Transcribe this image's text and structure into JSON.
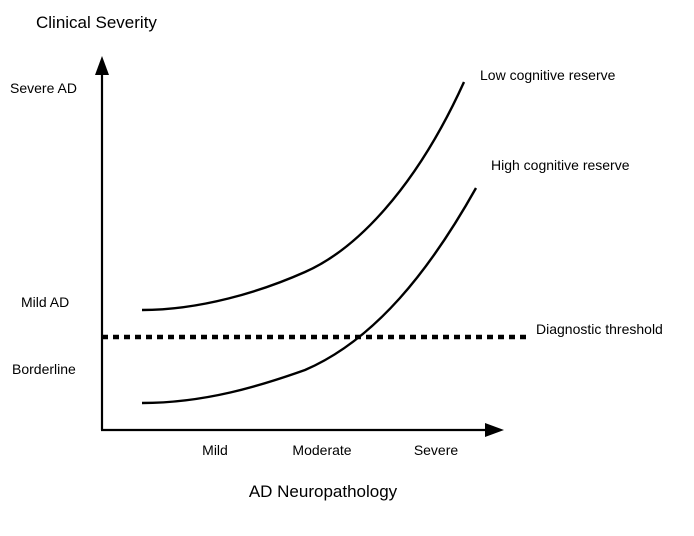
{
  "diagram": {
    "y_axis_title": "Clinical Severity",
    "x_axis_title": "AD Neuropathology",
    "y_levels": [
      {
        "label": "Severe AD"
      },
      {
        "label": "Mild AD"
      },
      {
        "label": "Borderline"
      }
    ],
    "x_levels": [
      {
        "label": "Mild"
      },
      {
        "label": "Moderate"
      },
      {
        "label": "Severe"
      }
    ],
    "curves": [
      {
        "label": "Low cognitive reserve"
      },
      {
        "label": "High cognitive reserve"
      }
    ],
    "threshold": {
      "label": "Diagnostic threshold",
      "style": "dotted"
    },
    "colors": {
      "ink": "#000000",
      "background": "#ffffff"
    }
  }
}
